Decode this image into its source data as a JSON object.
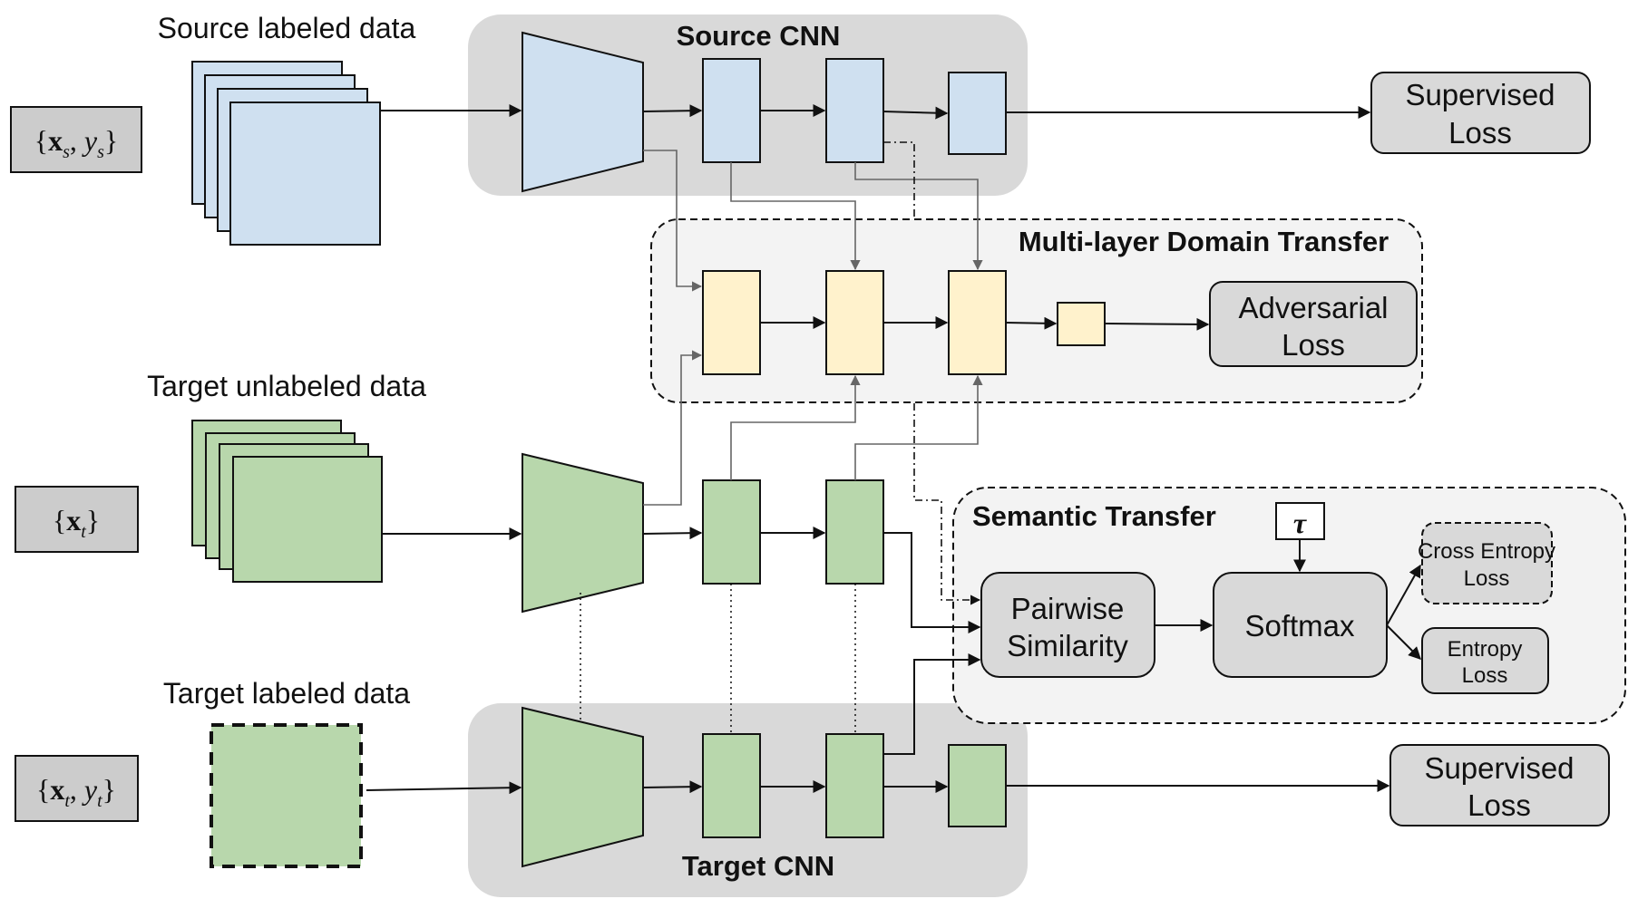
{
  "colors": {
    "source_fill": "#cfe0f0",
    "target_fill": "#b8d7ac",
    "transfer_fill": "#fff2cc",
    "cnn_group_fill": "#d9d9d9",
    "transfer_group_fill": "#f3f3f3",
    "loss_fill": "#d9d9d9",
    "math_box_fill": "#cccccc"
  },
  "inputs": {
    "source_math": {
      "open": "{",
      "x": "x",
      "x_sub": "s",
      "sep": ", ",
      "y": "y",
      "y_sub": "s",
      "close": "}"
    },
    "target_unlabeled_math": {
      "open": "{",
      "x": "x",
      "x_sub": "t",
      "close": "}"
    },
    "target_labeled_math": {
      "open": "{",
      "x": "x",
      "x_sub": "t",
      "sep": ", ",
      "y": "y",
      "y_sub": "t",
      "close": "}"
    }
  },
  "data_labels": {
    "source": "Source labeled data",
    "target_unlabeled": "Target unlabeled data",
    "target_labeled": "Target labeled data"
  },
  "groups": {
    "source_cnn": "Source CNN",
    "target_cnn": "Target CNN",
    "domain_transfer": "Multi-layer Domain Transfer",
    "semantic_transfer": "Semantic Transfer"
  },
  "losses": {
    "supervised_top": [
      "Supervised",
      "Loss"
    ],
    "supervised_bottom": [
      "Supervised",
      "Loss"
    ],
    "adversarial": [
      "Adversarial",
      "Loss"
    ],
    "cross_entropy": [
      "Cross Entropy",
      "Loss"
    ],
    "entropy": [
      "Entropy",
      "Loss"
    ]
  },
  "modules": {
    "pairwise": [
      "Pairwise",
      "Similarity"
    ],
    "softmax": "Softmax",
    "temperature": "τ"
  }
}
